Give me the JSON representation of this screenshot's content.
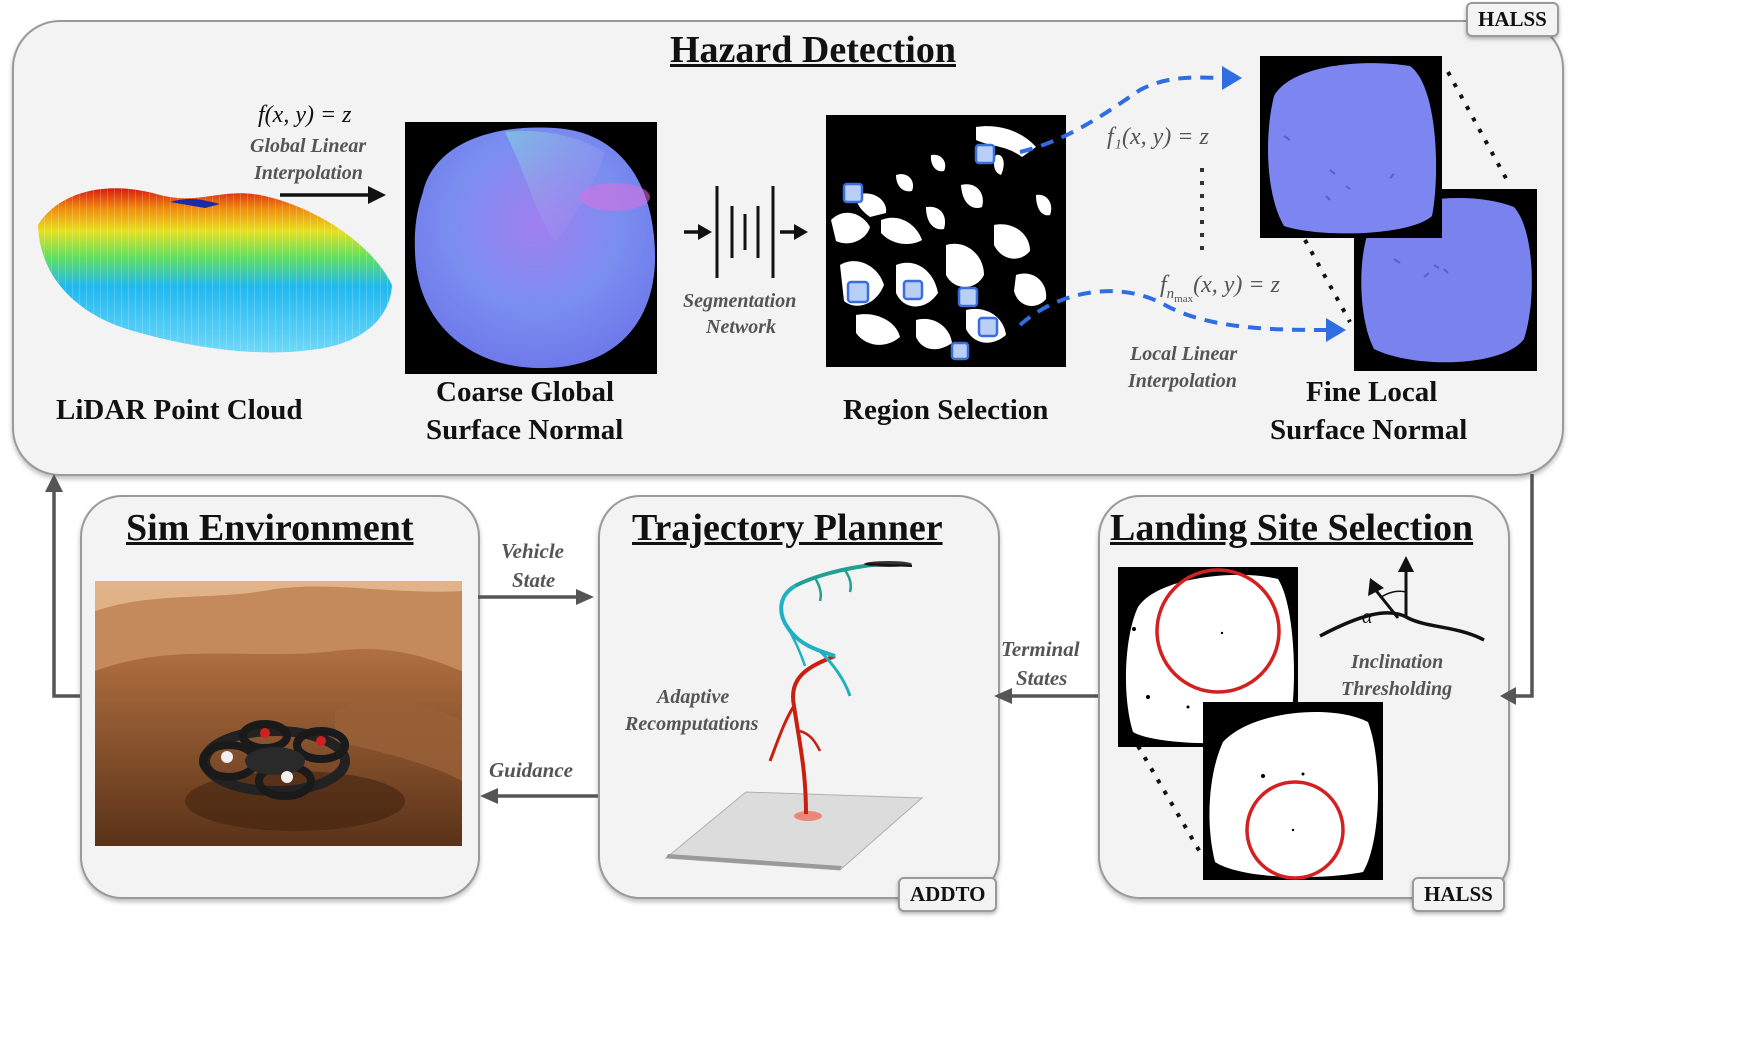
{
  "hazard": {
    "title": "Hazard Detection",
    "tag": "HALSS",
    "lidar_label": "LiDAR Point Cloud",
    "global_eq": "f(x, y) = z",
    "global_interp": [
      "Global Linear",
      "Interpolation"
    ],
    "coarse_label": [
      "Coarse Global",
      "Surface Normal"
    ],
    "seg_label": [
      "Segmentation",
      "Network"
    ],
    "region_label": "Region Selection",
    "f1_eq": "f₁(x, y) = z",
    "fn_eq_pre": "f",
    "fn_eq_sub": "n",
    "fn_eq_subsub": "max",
    "fn_eq_post": "(x, y) = z",
    "local_interp": [
      "Local Linear",
      "Interpolation"
    ],
    "fine_label": [
      "Fine Local",
      "Surface Normal"
    ]
  },
  "sim": {
    "title": "Sim Environment"
  },
  "planner": {
    "title": "Trajectory Planner",
    "tag": "ADDTO",
    "adaptive": [
      "Adaptive",
      "Recomputations"
    ]
  },
  "landing": {
    "title": "Landing Site Selection",
    "tag": "HALSS",
    "alpha": "α",
    "incl": [
      "Inclination",
      "Thresholding"
    ]
  },
  "arrows": {
    "vehicle_state": [
      "Vehicle",
      "State"
    ],
    "guidance": "Guidance",
    "terminal_states": [
      "Terminal",
      "States"
    ]
  },
  "colors": {
    "panel_bg": "#f3f3f3",
    "panel_border": "#9a9a9a",
    "dashed_arrow": "#2f6de0",
    "circle_red": "#d32020",
    "normal_blue": "#7f86f0"
  }
}
